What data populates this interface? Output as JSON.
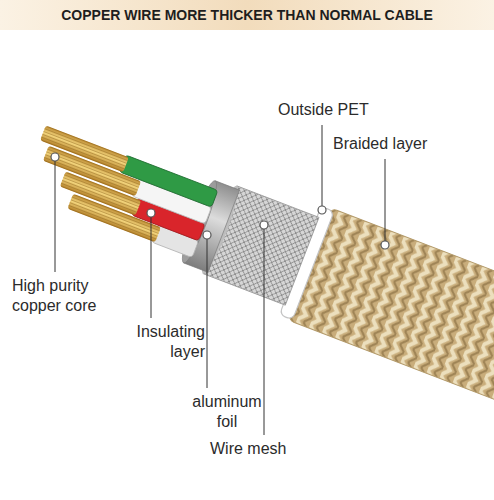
{
  "diagram": {
    "title": "COPPER WIRE MORE THICKER THAN NORMAL CABLE",
    "labels": [
      "Outside PET",
      "Braided layer",
      "High purity copper core",
      "Insulating layer",
      "aluminum foil",
      "Wire mesh"
    ]
  }
}
